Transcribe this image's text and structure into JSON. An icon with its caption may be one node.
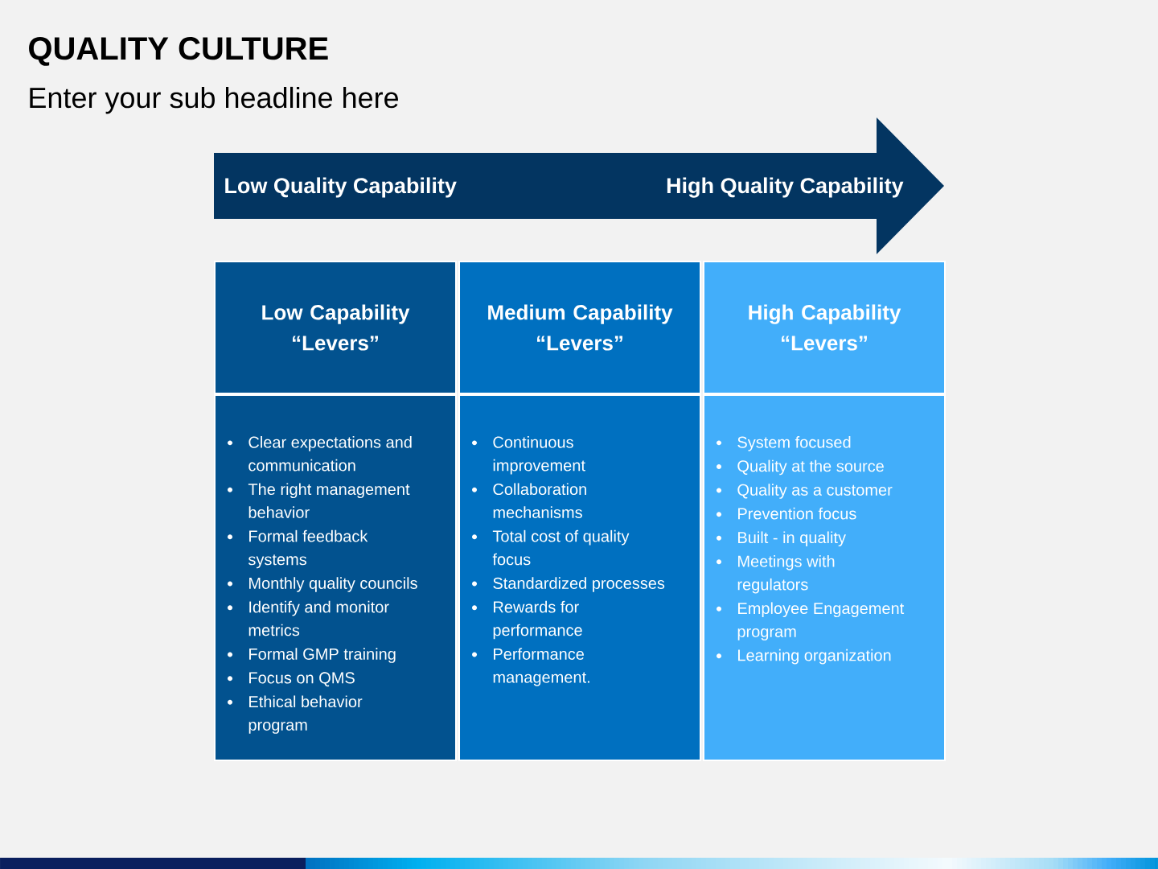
{
  "diagram": {
    "title": "QUALITY CULTURE",
    "nodes": [
      {
        "text": [
          "Low Quality Capability",
          "High Quality Capability"
        ]
      },
      {
        "text": [
          "Low Capability “Levers”"
        ]
      },
      {
        "text": [
          "Medium Capability “Levers”"
        ]
      },
      {
        "text": [
          "High Capability “Levers”"
        ]
      },
      {
        "text": [
          "Clear expectations and communication",
          "The right management behavior",
          "Formal feedback systems",
          "Monthly quality councils",
          "Identify and monitor metrics",
          "Formal GMP training",
          "Focus on QMS",
          "Ethical behavior program"
        ]
      },
      {
        "text": [
          "Continuous improvement",
          "Collaboration mechanisms",
          "Total cost of quality focus",
          "Standardized processes",
          "Rewards for performance",
          "Performance management."
        ]
      },
      {
        "text": [
          "System focused",
          "Quality at the source",
          "Quality as a customer",
          "Prevention focus",
          "Built - in quality",
          "Meetings with regulators",
          "Employee Engagement program",
          "Learning organization"
        ]
      }
    ],
    "labels": [
      "Enter your sub headline here"
    ]
  }
}
